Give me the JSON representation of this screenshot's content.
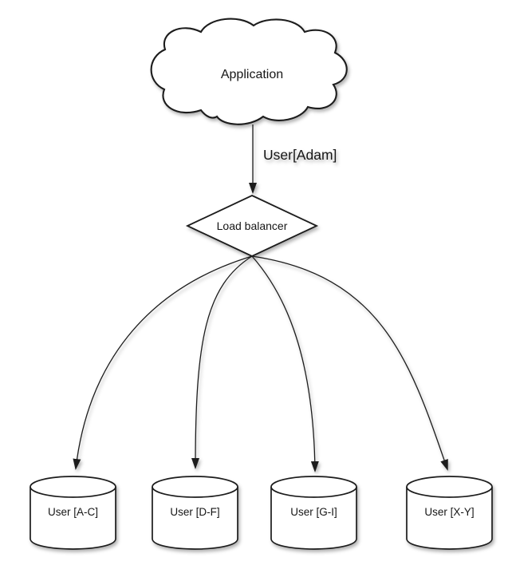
{
  "diagram": {
    "type": "flow-diagram",
    "colors": {
      "background": "#ffffff",
      "stroke": "#1c1c1c",
      "node_fill": "#ffffff",
      "shadow": "rgba(0,0,0,0.30)"
    },
    "nodes": {
      "application": {
        "label": "Application",
        "shape": "cloud"
      },
      "load_balancer": {
        "label": "Load balancer",
        "shape": "diamond"
      },
      "shards": [
        {
          "label": "User [A-C]",
          "shape": "cylinder"
        },
        {
          "label": "User [D-F]",
          "shape": "cylinder"
        },
        {
          "label": "User [G-I]",
          "shape": "cylinder"
        },
        {
          "label": "User [X-Y]",
          "shape": "cylinder"
        }
      ]
    },
    "edges": {
      "app_to_lb": {
        "from": "application",
        "to": "load_balancer",
        "label": "User[Adam]"
      },
      "lb_to_shards": [
        {
          "from": "load_balancer",
          "to": "shard-a-c",
          "label": ""
        },
        {
          "from": "load_balancer",
          "to": "shard-d-f",
          "label": ""
        },
        {
          "from": "load_balancer",
          "to": "shard-g-i",
          "label": ""
        },
        {
          "from": "load_balancer",
          "to": "shard-x-y",
          "label": ""
        }
      ]
    }
  }
}
